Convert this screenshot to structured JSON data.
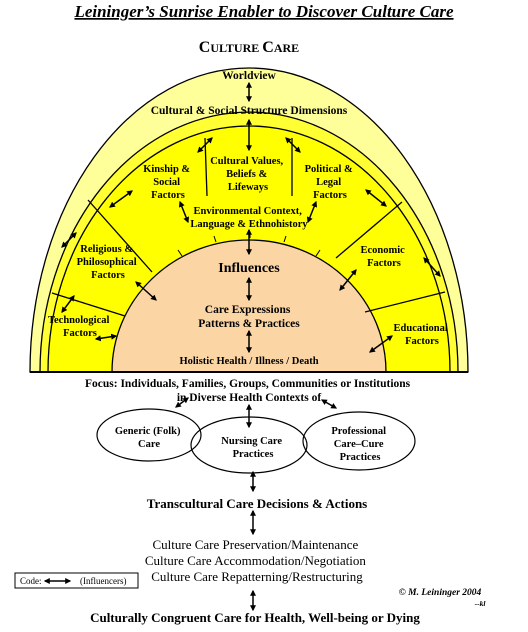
{
  "title": "Leininger’s Sunrise Enabler to Discover Culture Care",
  "culture_care": {
    "big1": "C",
    "small1": "ULTURE ",
    "big2": "C",
    "small2": "ARE"
  },
  "worldview": "Worldview",
  "cultural_social": "Cultural & Social Structure Dimensions",
  "factors": {
    "technological": [
      "Technological",
      "Factors"
    ],
    "religious": [
      "Religious &",
      "Philosophical",
      "Factors"
    ],
    "kinship": [
      "Kinship &",
      "Social",
      "Factors"
    ],
    "values": [
      "Cultural Values,",
      "Beliefs &",
      "Lifeways"
    ],
    "political": [
      "Political &",
      "Legal",
      "Factors"
    ],
    "economic": [
      "Economic",
      "Factors"
    ],
    "educational": [
      "Educational",
      "Factors"
    ]
  },
  "environment": [
    "Environmental Context,",
    "Language & Ethnohistory"
  ],
  "influences": "Influences",
  "care_expr": [
    "Care Expressions",
    "Patterns & Practices"
  ],
  "holistic": "Holistic Health / Illness / Death",
  "focus": [
    "Focus:  Individuals, Families, Groups, Communities or Institutions",
    "in Diverse Health Contexts of"
  ],
  "generic": [
    "Generic (Folk)",
    "Care"
  ],
  "nursing": [
    "Nursing Care",
    "Practices"
  ],
  "professional": [
    "Professional",
    "Care–Cure",
    "Practices"
  ],
  "transcultural": "Transcultural Care Decisions & Actions",
  "actions": [
    "Culture Care Preservation/Maintenance",
    "Culture Care Accommodation/Negotiation",
    "Culture Care Repatterning/Restructuring"
  ],
  "code": {
    "label": "Code:",
    "text": "(Influencers)"
  },
  "copyright": [
    "© M. Leininger 2004",
    "--kl"
  ],
  "bottom": "Culturally Congruent Care for Health, Well-being or Dying",
  "colors": {
    "outer_sun": "#ffff99",
    "mid_sun": "#ffff33",
    "inner_sun": "#ffff00",
    "core": "#fcd5a5",
    "stroke": "#000000"
  }
}
